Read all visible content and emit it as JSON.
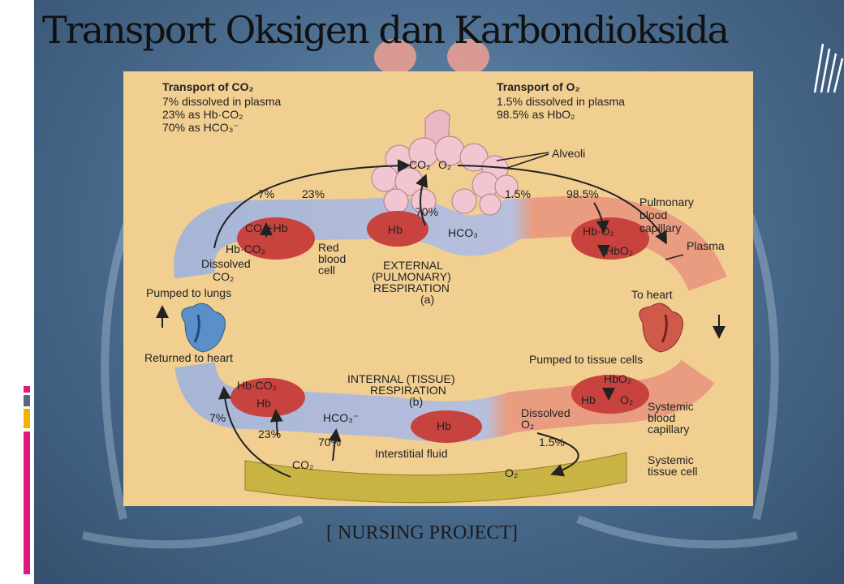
{
  "slide": {
    "title": "Transport Oksigen dan Karbondioksida",
    "footer": "[ NURSING PROJECT]"
  },
  "colors": {
    "accent_pink": "#e2197a",
    "accent_yellow": "#f0b400",
    "accent_gray": "#5a6a7a",
    "figure_bg": "#f1cf91",
    "vessel_blue": "#a8b6d6",
    "vessel_red": "#e99c80",
    "rbc_red": "#c8423e",
    "tissue_olive": "#c9b443"
  },
  "diagram": {
    "co2_heading": "Transport of CO₂",
    "co2_lines": [
      "7% dissolved in plasma",
      "23% as Hb·CO₂",
      "70% as HCO₃⁻"
    ],
    "o2_heading": "Transport of O₂",
    "o2_lines": [
      "1.5% dissolved in plasma",
      "98.5% as HbO₂"
    ],
    "alveoli_label": "Alveoli",
    "alveoli_co2": "CO₂",
    "alveoli_o2": "O₂",
    "pct_7_top": "7%",
    "pct_23_top": "23%",
    "pct_70_top": "70%",
    "pct_1_5_top": "1.5%",
    "pct_98_5_top": "98.5%",
    "pulmonary_capillary": [
      "Pulmonary",
      "blood",
      "capillary"
    ],
    "plasma": "Plasma",
    "co2_hb": "CO₂+Hb",
    "hb_co2": "Hb·CO₂",
    "dissolved_co2": [
      "Dissolved",
      "CO₂"
    ],
    "red_blood_cell": [
      "Red",
      "blood",
      "cell"
    ],
    "hb": "Hb",
    "hco3": "HCO₃",
    "hb_o2": "Hb·O₂",
    "hbo2": "HbO₂",
    "external_resp": [
      "EXTERNAL",
      "(PULMONARY)",
      "RESPIRATION",
      "(a)"
    ],
    "pumped_to_lungs": "Pumped to lungs",
    "returned_to_heart": "Returned to heart",
    "to_heart": "To heart",
    "pumped_to_tissue": "Pumped to tissue cells",
    "internal_resp": [
      "INTERNAL (TISSUE)",
      "RESPIRATION",
      "(b)"
    ],
    "hb_co2_bottom": "Hb·CO₂",
    "hb_bottom": "Hb",
    "hco3_bottom": "HCO₃⁻",
    "hb_center_bottom": "Hb",
    "hbo2_bottom": "HbO₂",
    "hb_o2_split": [
      "Hb",
      "O₂"
    ],
    "dissolved_o2": [
      "Dissolved",
      "O₂"
    ],
    "systemic_capillary": [
      "Systemic",
      "blood",
      "capillary"
    ],
    "pct_7_bottom": "7%",
    "pct_23_bottom": "23%",
    "pct_70_bottom": "70%",
    "pct_1_5_bottom": "1.5%",
    "interstitial_fluid": "Interstitial fluid",
    "co2_bottom": "CO₂",
    "o2_bottom": "O₂",
    "systemic_tissue": [
      "Systemic",
      "tissue cell"
    ]
  }
}
